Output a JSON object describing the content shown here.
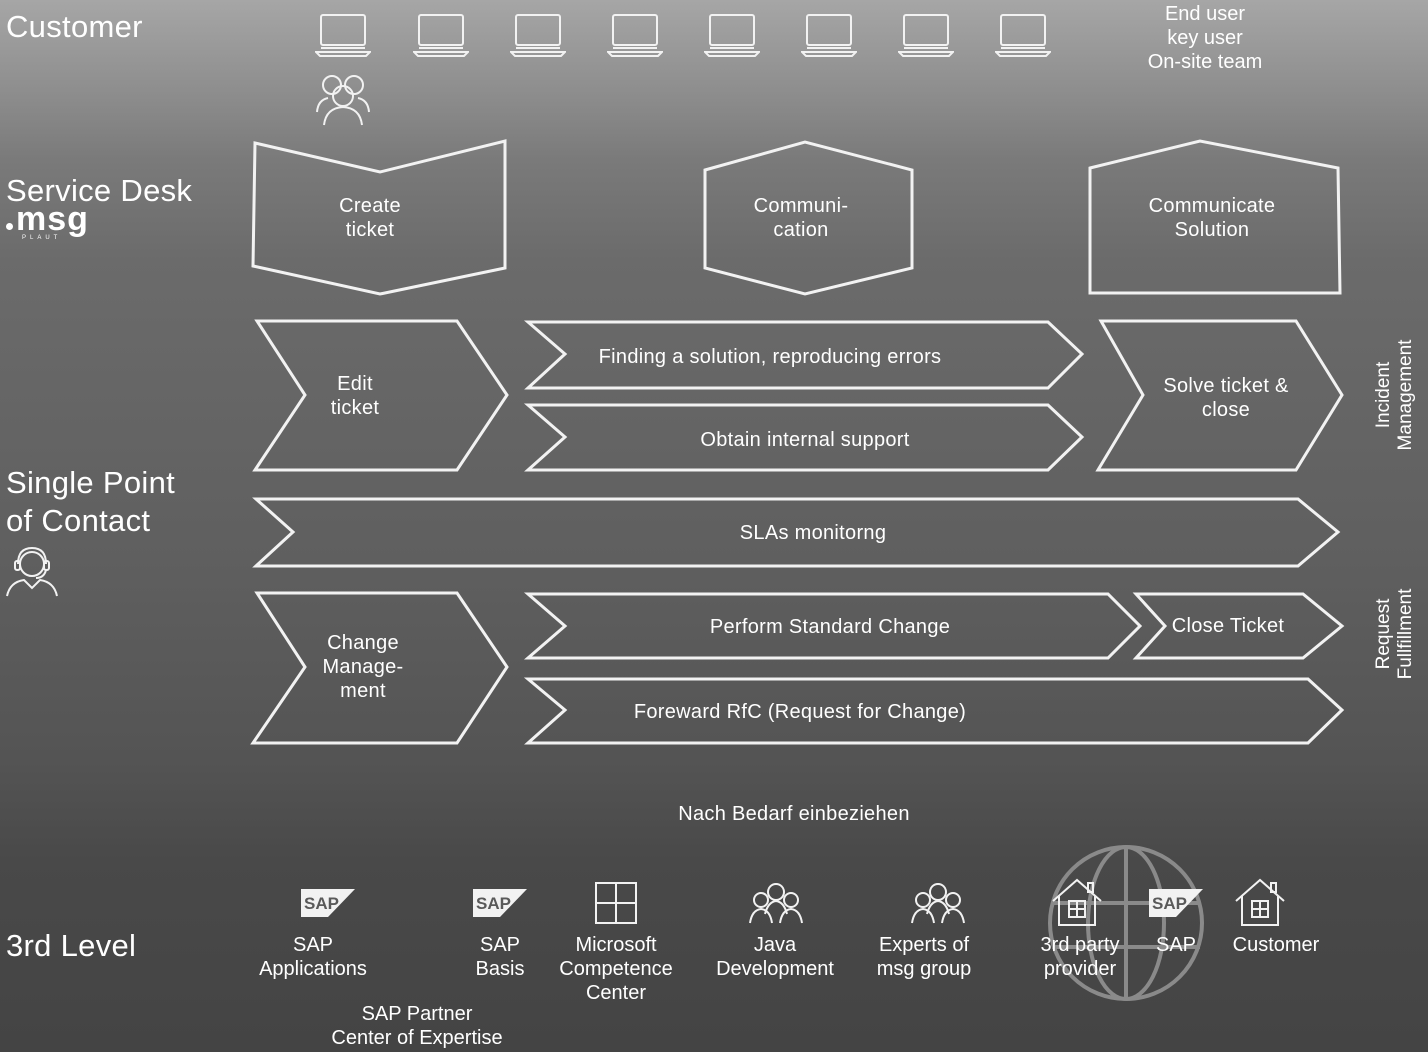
{
  "lanes": {
    "customer": "Customer",
    "service_desk": "Service Desk",
    "spoc_line1": "Single Point",
    "spoc_line2": "of Contact",
    "third_level": "3rd Level"
  },
  "logo": {
    "text": "msg",
    "subtext": "PLAUT"
  },
  "customer_roles": {
    "line1": "End user",
    "line2": "key user",
    "line3": "On-site team"
  },
  "service_desk_steps": {
    "create_line1": "Create",
    "create_line2": "ticket",
    "comm_line1": "Communi-",
    "comm_line2": "cation",
    "solution_line1": "Communicate",
    "solution_line2": "Solution"
  },
  "incident": {
    "edit_line1": "Edit",
    "edit_line2": "ticket",
    "finding": "Finding a solution, reproducing errors",
    "obtain": "Obtain internal support",
    "solve_line1": "Solve ticket &",
    "solve_line2": "close",
    "side_line1": "Incident",
    "side_line2": "Management"
  },
  "sla": "SLAs monitorng",
  "request": {
    "change_line1": "Change",
    "change_line2": "Manage-",
    "change_line3": "ment",
    "standard": "Perform Standard Change",
    "close": "Close Ticket",
    "forward": "Foreward RfC (Request for Change)",
    "side_line1": "Request",
    "side_line2": "Fullfillment"
  },
  "involve": "Nach Bedarf einbeziehen",
  "third_level_items": {
    "sap_app_line1": "SAP",
    "sap_app_line2": "Applications",
    "sap_basis_line1": "SAP",
    "sap_basis_line2": "Basis",
    "ms_line1": "Microsoft",
    "ms_line2": "Competence",
    "ms_line3": "Center",
    "java_line1": "Java",
    "java_line2": "Development",
    "experts_line1": "Experts of",
    "experts_line2": "msg group",
    "third_party_line1": "3rd party",
    "third_party_line2": "provider",
    "sap": "SAP",
    "customer": "Customer",
    "partner_line1": "SAP Partner",
    "partner_line2": "Center of Expertise",
    "sap_logo_text": "SAP"
  },
  "colors": {
    "stroke": "#f2f2f2",
    "text": "#ffffff"
  },
  "icons": [
    "laptop-icon",
    "user-group-icon",
    "headset-user-icon",
    "sap-logo-icon",
    "windows-icon",
    "people-group-icon",
    "house-icon",
    "globe-icon"
  ]
}
